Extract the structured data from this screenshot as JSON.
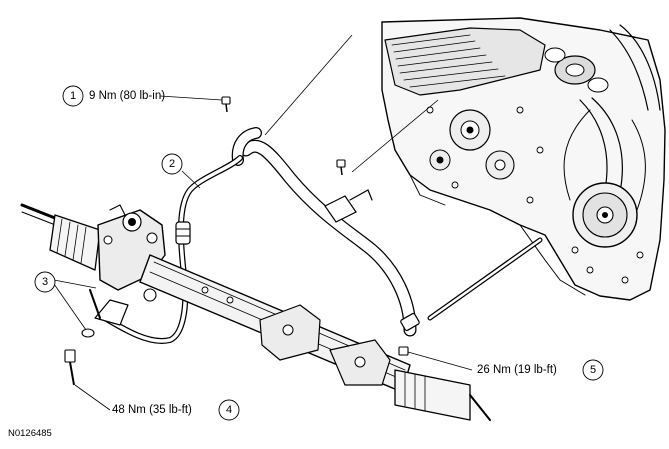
{
  "callouts": [
    {
      "id": "1",
      "label": "9 Nm (80 lb-in)"
    },
    {
      "id": "2",
      "label": ""
    },
    {
      "id": "3",
      "label": ""
    },
    {
      "id": "4",
      "label": "48 Nm (35 lb-ft)"
    },
    {
      "id": "5",
      "label": "26 Nm (19 lb-ft)"
    }
  ],
  "reference_id": "N0126485"
}
